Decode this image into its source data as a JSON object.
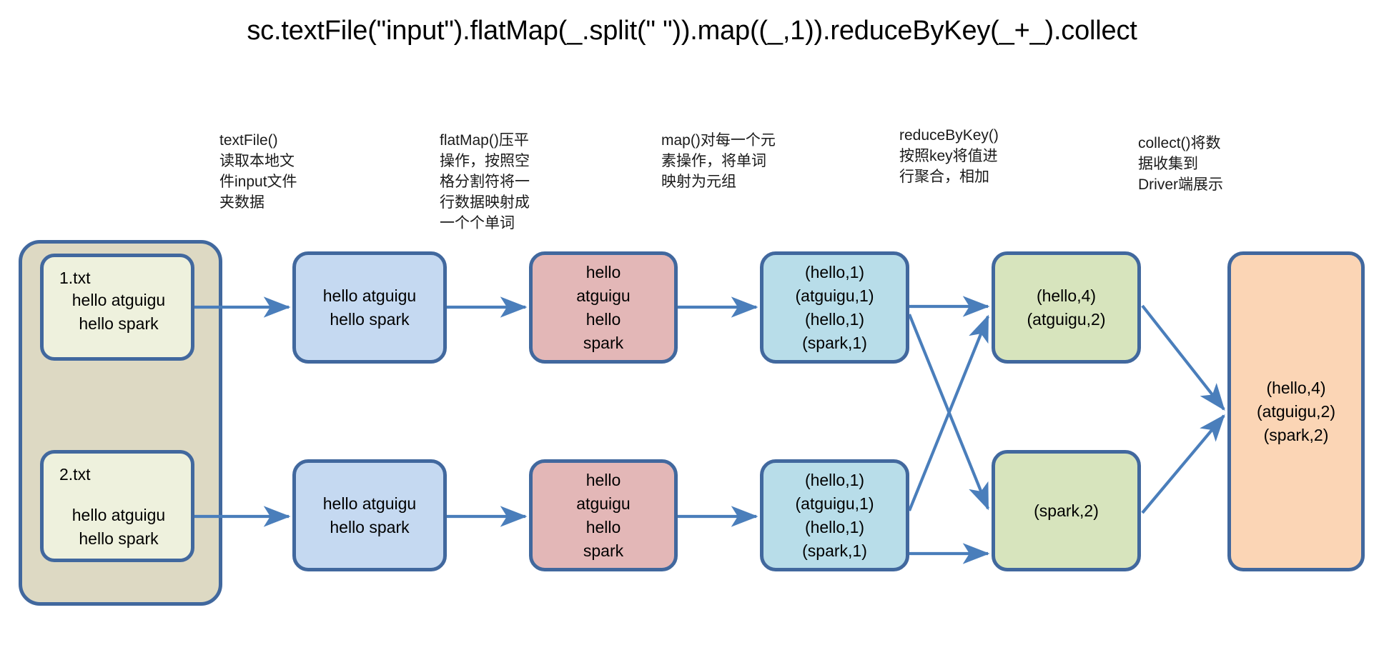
{
  "title": "sc.textFile(\"input\").flatMap(_.split(\" \")).map((_,1)).reduceByKey(_+_).collect",
  "colors": {
    "border_blue": "#41689e",
    "arrow_blue": "#4a7ebb",
    "container_tan": "#ddd9c3",
    "file_green": "#eef1dd",
    "lines_blue": "#c5d9f1",
    "words_red": "#e3b7b7",
    "tuples_cyan": "#b8dde9",
    "reduced_green": "#d7e4bd",
    "collect_orange": "#fbd5b5",
    "page_background": "#ffffff"
  },
  "annotations": [
    {
      "id": "textfile",
      "text": "textFile()\n读取本地文\n件input文件\n夹数据"
    },
    {
      "id": "flatmap",
      "text": "flatMap()压平\n操作，按照空\n格分割符将一\n行数据映射成\n一个个单词"
    },
    {
      "id": "map",
      "text": "map()对每一个元\n素操作，将单词\n映射为元组"
    },
    {
      "id": "reducebykey",
      "text": "reduceByKey()\n按照key将值进\n行聚合，相加"
    },
    {
      "id": "collect",
      "text": "collect()将数\n据收集到\nDriver端展示"
    }
  ],
  "stages": {
    "input_folder": {
      "files": [
        {
          "name": "1.txt",
          "content": "hello atguigu\nhello spark"
        },
        {
          "name": "2.txt",
          "content": "hello atguigu\nhello spark"
        }
      ]
    },
    "textfile_output": [
      {
        "text": "hello atguigu\nhello spark"
      },
      {
        "text": "hello atguigu\nhello spark"
      }
    ],
    "flatmap_output": [
      {
        "text": "hello\natguigu\nhello\nspark"
      },
      {
        "text": "hello\natguigu\nhello\nspark"
      }
    ],
    "map_output": [
      {
        "text": "(hello,1)\n(atguigu,1)\n(hello,1)\n(spark,1)"
      },
      {
        "text": "(hello,1)\n(atguigu,1)\n(hello,1)\n(spark,1)"
      }
    ],
    "reducebykey_output": [
      {
        "text": "(hello,4)\n(atguigu,2)"
      },
      {
        "text": "(spark,2)"
      }
    ],
    "collect_output": {
      "text": "(hello,4)\n(atguigu,2)\n(spark,2)"
    }
  },
  "watermark": ""
}
